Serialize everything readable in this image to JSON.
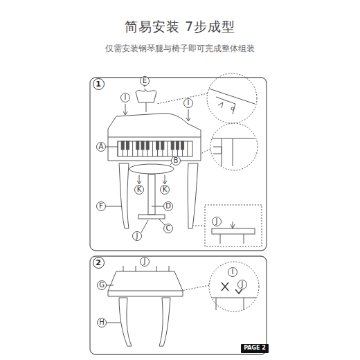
{
  "diagram": {
    "title": "简易安装 7步成型",
    "nodes": [
      {
        "text": [
          "1"
        ]
      },
      {
        "text": [
          "E"
        ]
      },
      {
        "text": [
          "I"
        ]
      },
      {
        "text": [
          "I"
        ]
      },
      {
        "text": [
          "A"
        ]
      },
      {
        "text": [
          "B"
        ]
      },
      {
        "text": [
          "K"
        ]
      },
      {
        "text": [
          "K"
        ]
      },
      {
        "text": [
          "F"
        ]
      },
      {
        "text": [
          "D"
        ]
      },
      {
        "text": [
          "C"
        ]
      },
      {
        "text": [
          "J"
        ]
      },
      {
        "text": [
          "J"
        ]
      },
      {
        "text": [
          "2"
        ]
      },
      {
        "text": [
          "J"
        ]
      },
      {
        "text": [
          "G"
        ]
      },
      {
        "text": [
          "H"
        ]
      },
      {
        "text": [
          "I"
        ]
      },
      {
        "text": [
          "J"
        ]
      },
      {
        "text": [
          "PAGE 2"
        ]
      }
    ],
    "edges": [],
    "labels": [
      "仅需安装钢琴腿与椅子即可完成整体组装"
    ]
  }
}
